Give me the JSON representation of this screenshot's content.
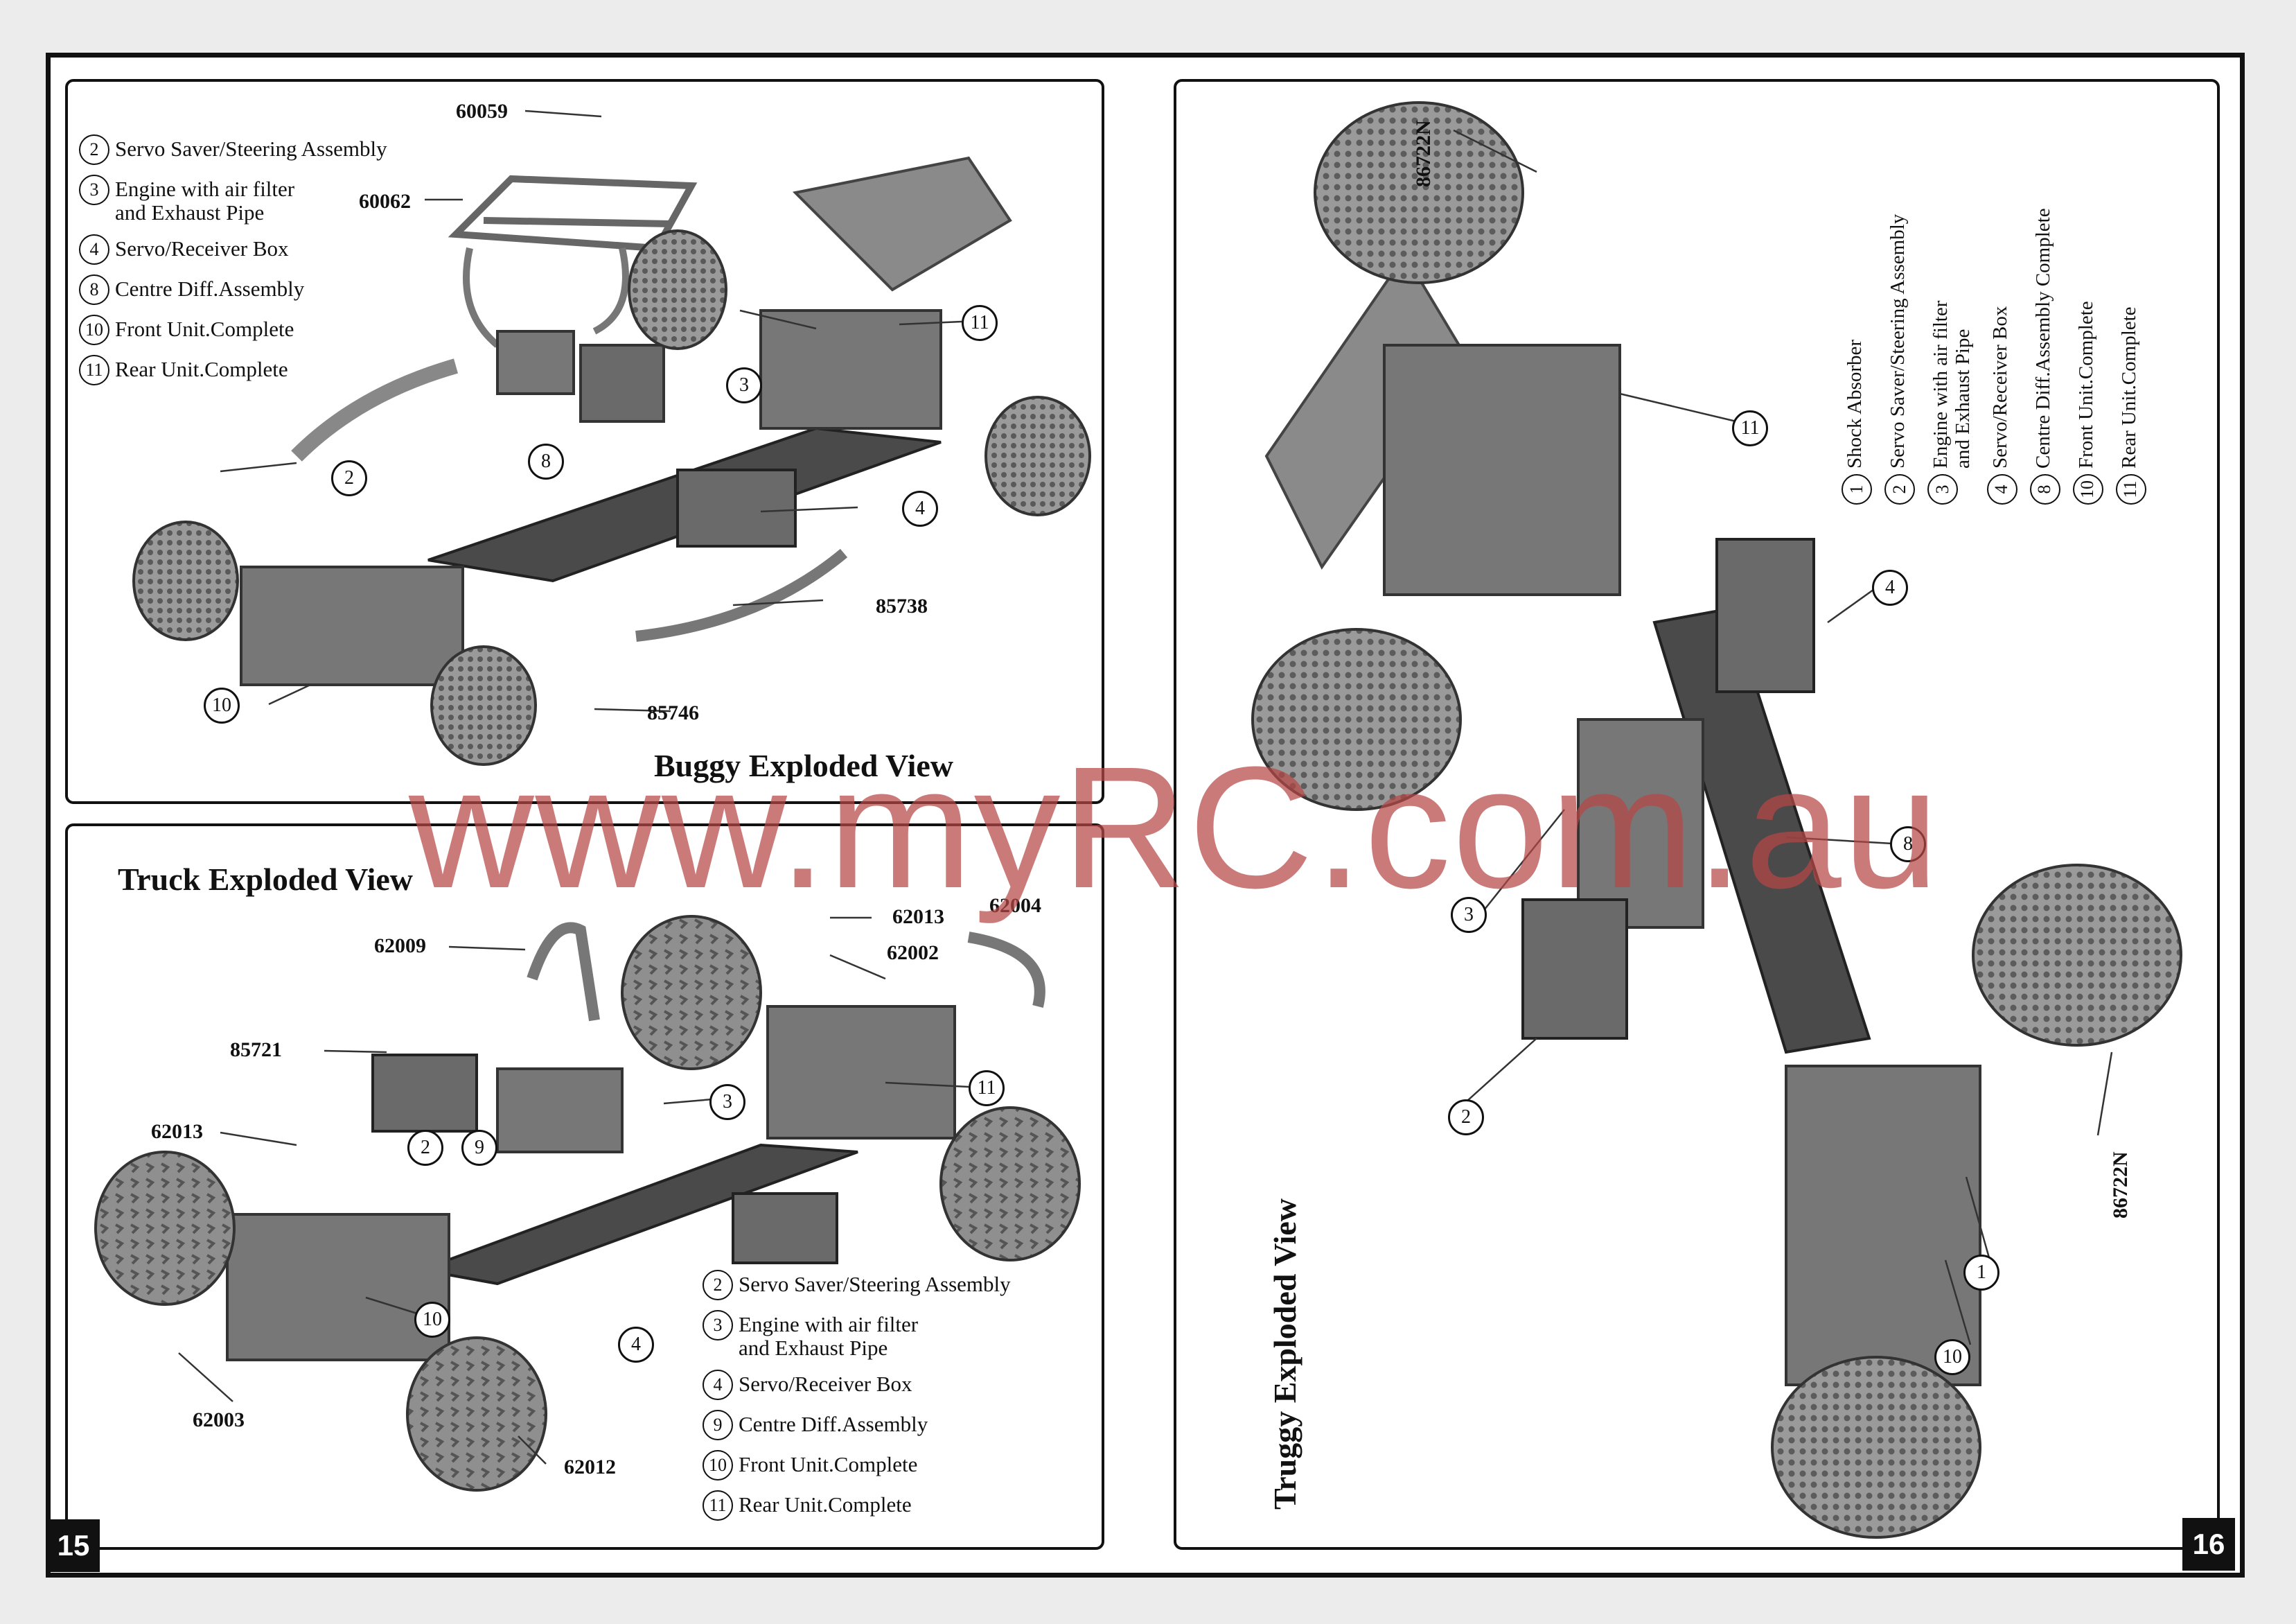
{
  "page_left": "15",
  "page_right": "16",
  "watermark": "www.myRC.com.au",
  "buggy": {
    "title": "Buggy Exploded View",
    "legend": [
      {
        "num": "2",
        "text": "Servo Saver/Steering Assembly"
      },
      {
        "num": "3",
        "text": "Engine with air filter\nand Exhaust Pipe"
      },
      {
        "num": "4",
        "text": "Servo/Receiver Box"
      },
      {
        "num": "8",
        "text": "Centre Diff.Assembly"
      },
      {
        "num": "10",
        "text": "Front Unit.Complete"
      },
      {
        "num": "11",
        "text": "Rear Unit.Complete"
      }
    ],
    "part_numbers": [
      "60059",
      "60062",
      "85738",
      "85746"
    ]
  },
  "truck": {
    "title": "Truck  Exploded View",
    "legend": [
      {
        "num": "2",
        "text": "Servo Saver/Steering Assembly"
      },
      {
        "num": "3",
        "text": "Engine with air filter\nand Exhaust Pipe"
      },
      {
        "num": "4",
        "text": "Servo/Receiver Box"
      },
      {
        "num": "9",
        "text": "Centre Diff.Assembly"
      },
      {
        "num": "10",
        "text": "Front Unit.Complete"
      },
      {
        "num": "11",
        "text": "Rear Unit.Complete"
      }
    ],
    "part_numbers": [
      "62009",
      "62013",
      "62004",
      "62002",
      "85721",
      "62013",
      "62003",
      "62012"
    ],
    "callouts": [
      "2",
      "9",
      "3",
      "11",
      "10",
      "4"
    ]
  },
  "truggy": {
    "title": "Truggy Exploded View",
    "legend": [
      {
        "num": "1",
        "text": "Shock Absorber"
      },
      {
        "num": "2",
        "text": "Servo Saver/Steering Assembly"
      },
      {
        "num": "3",
        "text": "Engine with air filter\nand Exhaust Pipe"
      },
      {
        "num": "4",
        "text": "Servo/Receiver Box"
      },
      {
        "num": "8",
        "text": "Centre Diff.Assembly Complete"
      },
      {
        "num": "10",
        "text": "Front Unit.Complete"
      },
      {
        "num": "11",
        "text": "Rear Unit.Complete"
      }
    ],
    "part_numbers": [
      "86722N",
      "86722N"
    ],
    "callouts": [
      "11",
      "4",
      "8",
      "3",
      "2",
      "1",
      "10"
    ]
  }
}
